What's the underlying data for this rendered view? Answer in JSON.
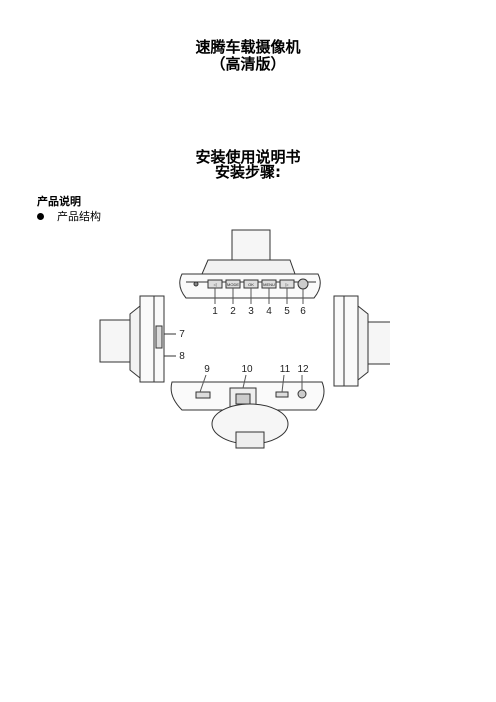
{
  "document": {
    "title_line1": "速腾车载摄像机",
    "title_line2": "（高清版）",
    "heading_line1": "安装使用说明书",
    "heading_line2": "安装步骤:",
    "section_title": "产品说明",
    "bullet_item": "产品结构"
  },
  "diagram": {
    "top_labels": [
      "1",
      "2",
      "3",
      "4",
      "5",
      "6"
    ],
    "side_labels": [
      "7",
      "8"
    ],
    "bottom_labels": [
      "9",
      "10",
      "11",
      "12"
    ],
    "button_labels": [
      "◁",
      "MODE",
      "OK",
      "MENU",
      "▷"
    ]
  }
}
